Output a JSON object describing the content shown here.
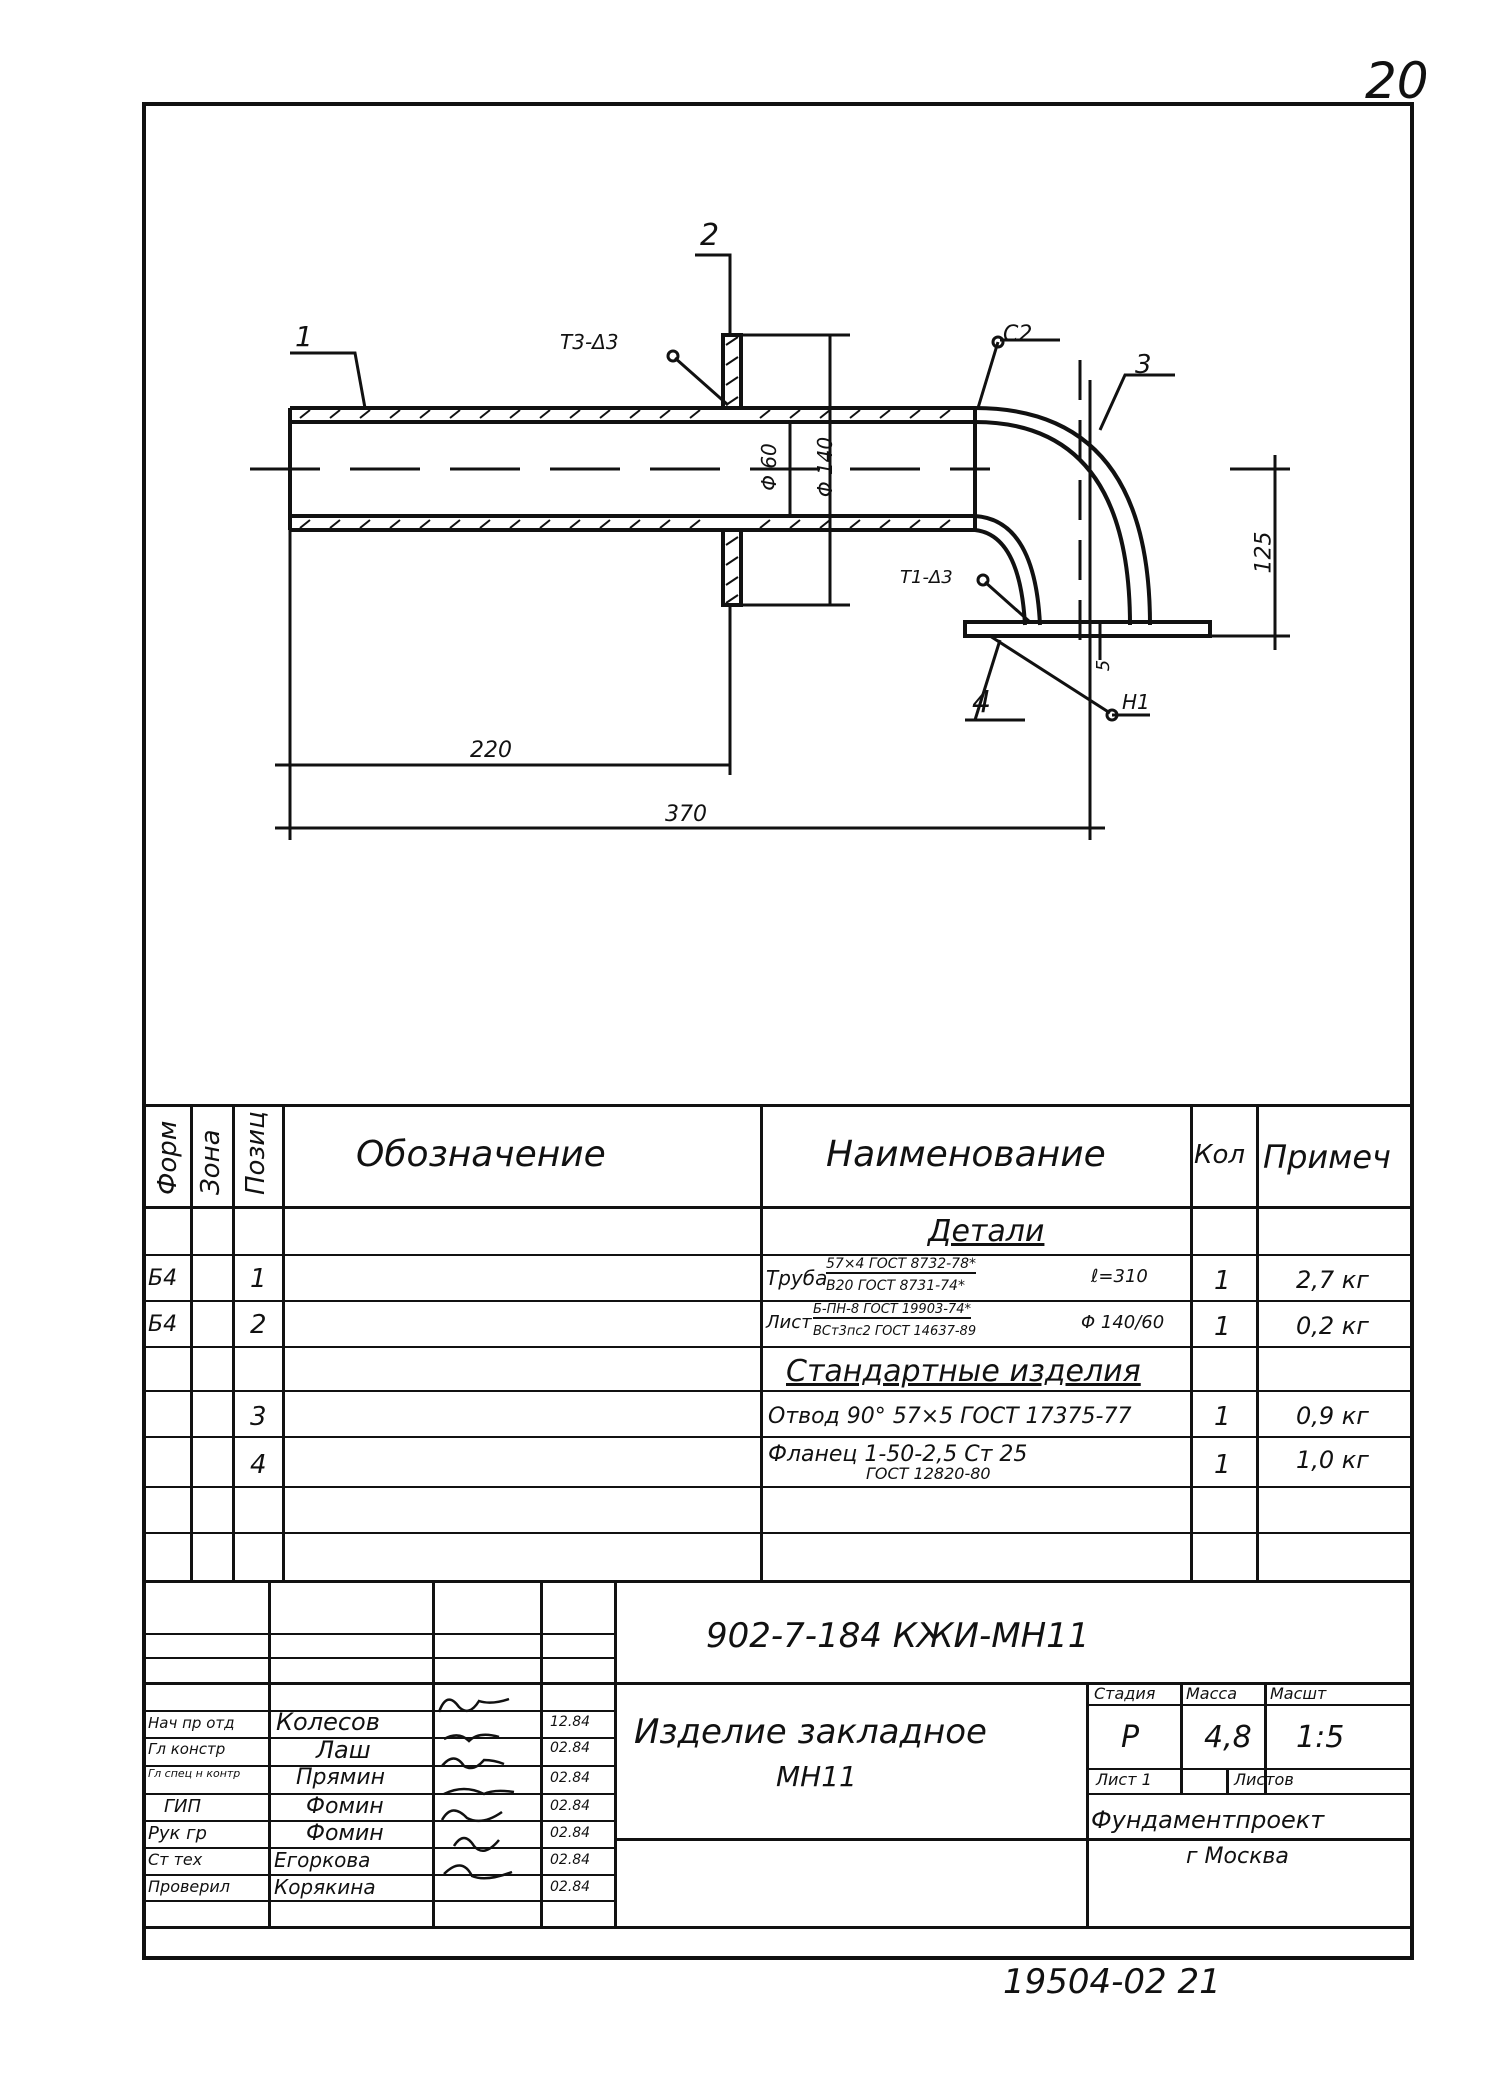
{
  "sheet_number": "20",
  "drawing": {
    "callouts": {
      "pos1": "1",
      "pos2": "2",
      "pos3": "3",
      "pos4": "4",
      "weld_t3": "Т3-Δ3",
      "weld_c2": "С2",
      "weld_t1": "Т1-Δ3",
      "weld_h1": "Н1"
    },
    "dimensions": {
      "d60": "Φ 60",
      "d140": "Φ 140",
      "len_220": "220",
      "len_370": "370",
      "h125": "125",
      "t5": "5"
    }
  },
  "spec_table": {
    "headers": {
      "format": "Форм",
      "zone": "Зона",
      "pos": "Позиц",
      "designation": "Обозначение",
      "name": "Наименование",
      "qty": "Кол",
      "note": "Примеч"
    },
    "section_details": "Детали",
    "section_standard": "Стандартные изделия",
    "rows": [
      {
        "format": "Б4",
        "pos": "1",
        "name_prefix": "Труба",
        "name_top": "57×4 ГОСТ 8732-78*",
        "name_bottom": "В20 ГОСТ 8731-74*",
        "name_suffix": "ℓ=310",
        "qty": "1",
        "note": "2,7 кг"
      },
      {
        "format": "Б4",
        "pos": "2",
        "name_prefix": "Лист",
        "name_top": "Б-ПН-8 ГОСТ 19903-74*",
        "name_bottom": "ВСт3пс2 ГОСТ 14637-89",
        "name_suffix": "Φ 140/60",
        "qty": "1",
        "note": "0,2 кг"
      },
      {
        "format": "",
        "pos": "3",
        "name": "Отвод 90° 57×5 ГОСТ 17375-77",
        "qty": "1",
        "note": "0,9 кг"
      },
      {
        "format": "",
        "pos": "4",
        "name_top": "Фланец 1-50-2,5 Ст 25",
        "name_bottom": "ГОСТ 12820-80",
        "qty": "1",
        "note": "1,0 кг"
      }
    ]
  },
  "title_block": {
    "code": "902-7-184   КЖИ-МН11",
    "title_line1": "Изделие закладное",
    "title_line2": "МН11",
    "stage_label": "Стадия",
    "mass_label": "Масса",
    "scale_label": "Масшт",
    "stage": "Р",
    "mass": "4,8",
    "scale": "1:5",
    "sheet_label": "Лист 1",
    "sheets_label": "Листов",
    "org_line1": "Фундаментпроект",
    "org_line2": "г Москва",
    "signatures": [
      {
        "role": "Нач пр отд",
        "name": "Колесов",
        "date": "12.84"
      },
      {
        "role": "Гл констр",
        "name": "Лаш",
        "date": "02.84"
      },
      {
        "role": "Гл спец н контр",
        "name": "Прямин",
        "date": "02.84"
      },
      {
        "role": "ГИП",
        "name": "Фомин",
        "date": "02.84"
      },
      {
        "role": "Рук гр",
        "name": "Фомин",
        "date": "02.84"
      },
      {
        "role": "Ст тех",
        "name": "Егоркова",
        "date": "02.84"
      },
      {
        "role": "Проверил",
        "name": "Корякина",
        "date": "02.84"
      }
    ]
  },
  "archive_number": "19504-02   21"
}
